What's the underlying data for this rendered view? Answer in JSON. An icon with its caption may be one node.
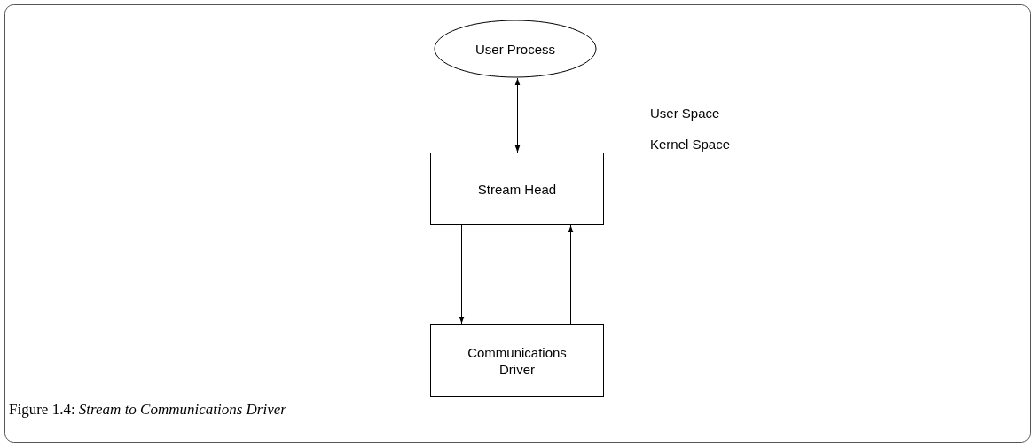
{
  "diagram": {
    "caption": "Figure 1.4: *Stream to Communications Driver*",
    "nodes": [
      {
        "text": [
          "User Process"
        ]
      },
      {
        "text": [
          "Stream Head"
        ]
      },
      {
        "text": [
          "Communications Driver"
        ]
      }
    ],
    "edges": [
      {
        "from": 0,
        "to": 1,
        "arrow": "both"
      },
      {
        "from": 1,
        "to": 2,
        "arrow": "to"
      },
      {
        "from": 2,
        "to": 1,
        "arrow": "to"
      }
    ],
    "labels": [
      "User Space",
      "Kernel Space"
    ]
  }
}
